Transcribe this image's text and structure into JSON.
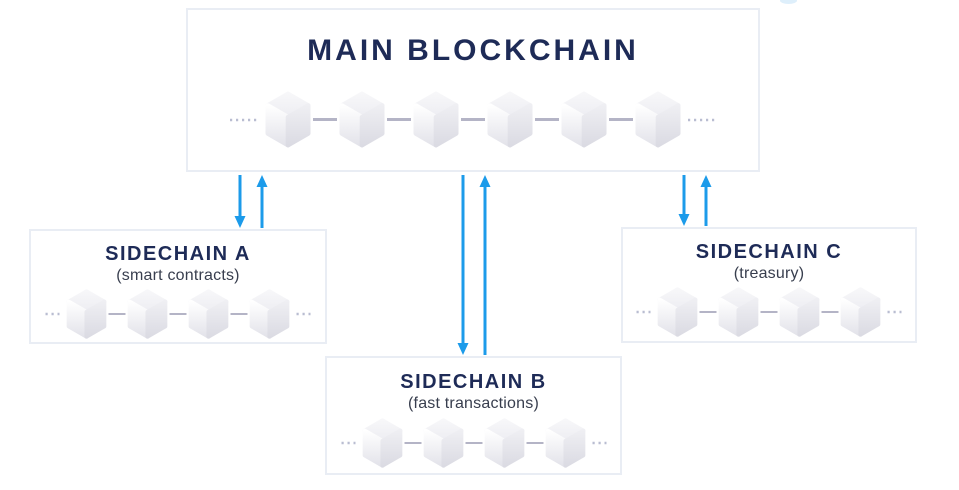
{
  "diagram": {
    "main": {
      "title": "MAIN BLOCKCHAIN",
      "blocks": 6
    },
    "sidechains": [
      {
        "id": "A",
        "title": "SIDECHAIN A",
        "subtitle": "(smart contracts)",
        "blocks": 4
      },
      {
        "id": "B",
        "title": "SIDECHAIN B",
        "subtitle": "(fast transactions)",
        "blocks": 4
      },
      {
        "id": "C",
        "title": "SIDECHAIN C",
        "subtitle": "(treasury)",
        "blocks": 4
      }
    ],
    "links": [
      {
        "from": "MAIN BLOCKCHAIN",
        "to": "SIDECHAIN A",
        "type": "two-way-arrows"
      },
      {
        "from": "MAIN BLOCKCHAIN",
        "to": "SIDECHAIN B",
        "type": "two-way-arrows"
      },
      {
        "from": "MAIN BLOCKCHAIN",
        "to": "SIDECHAIN C",
        "type": "two-way-arrows"
      }
    ]
  },
  "colors": {
    "arrow": "#1C9BEA",
    "title": "#1E2B57",
    "subtitle": "#383E4E",
    "box_border": "#E9EDF4",
    "connector": "#B4B4C6",
    "dots": "#B9BDD1",
    "artifact": "#C3E2F8",
    "cube_top_light": "#F7F7F9",
    "cube_top_dark": "#EDEDF2",
    "cube_left_light": "#FFFFFF",
    "cube_left_dark": "#E3E3EA",
    "cube_right_light": "#EFEFF3",
    "cube_right_dark": "#DBDBE3"
  }
}
